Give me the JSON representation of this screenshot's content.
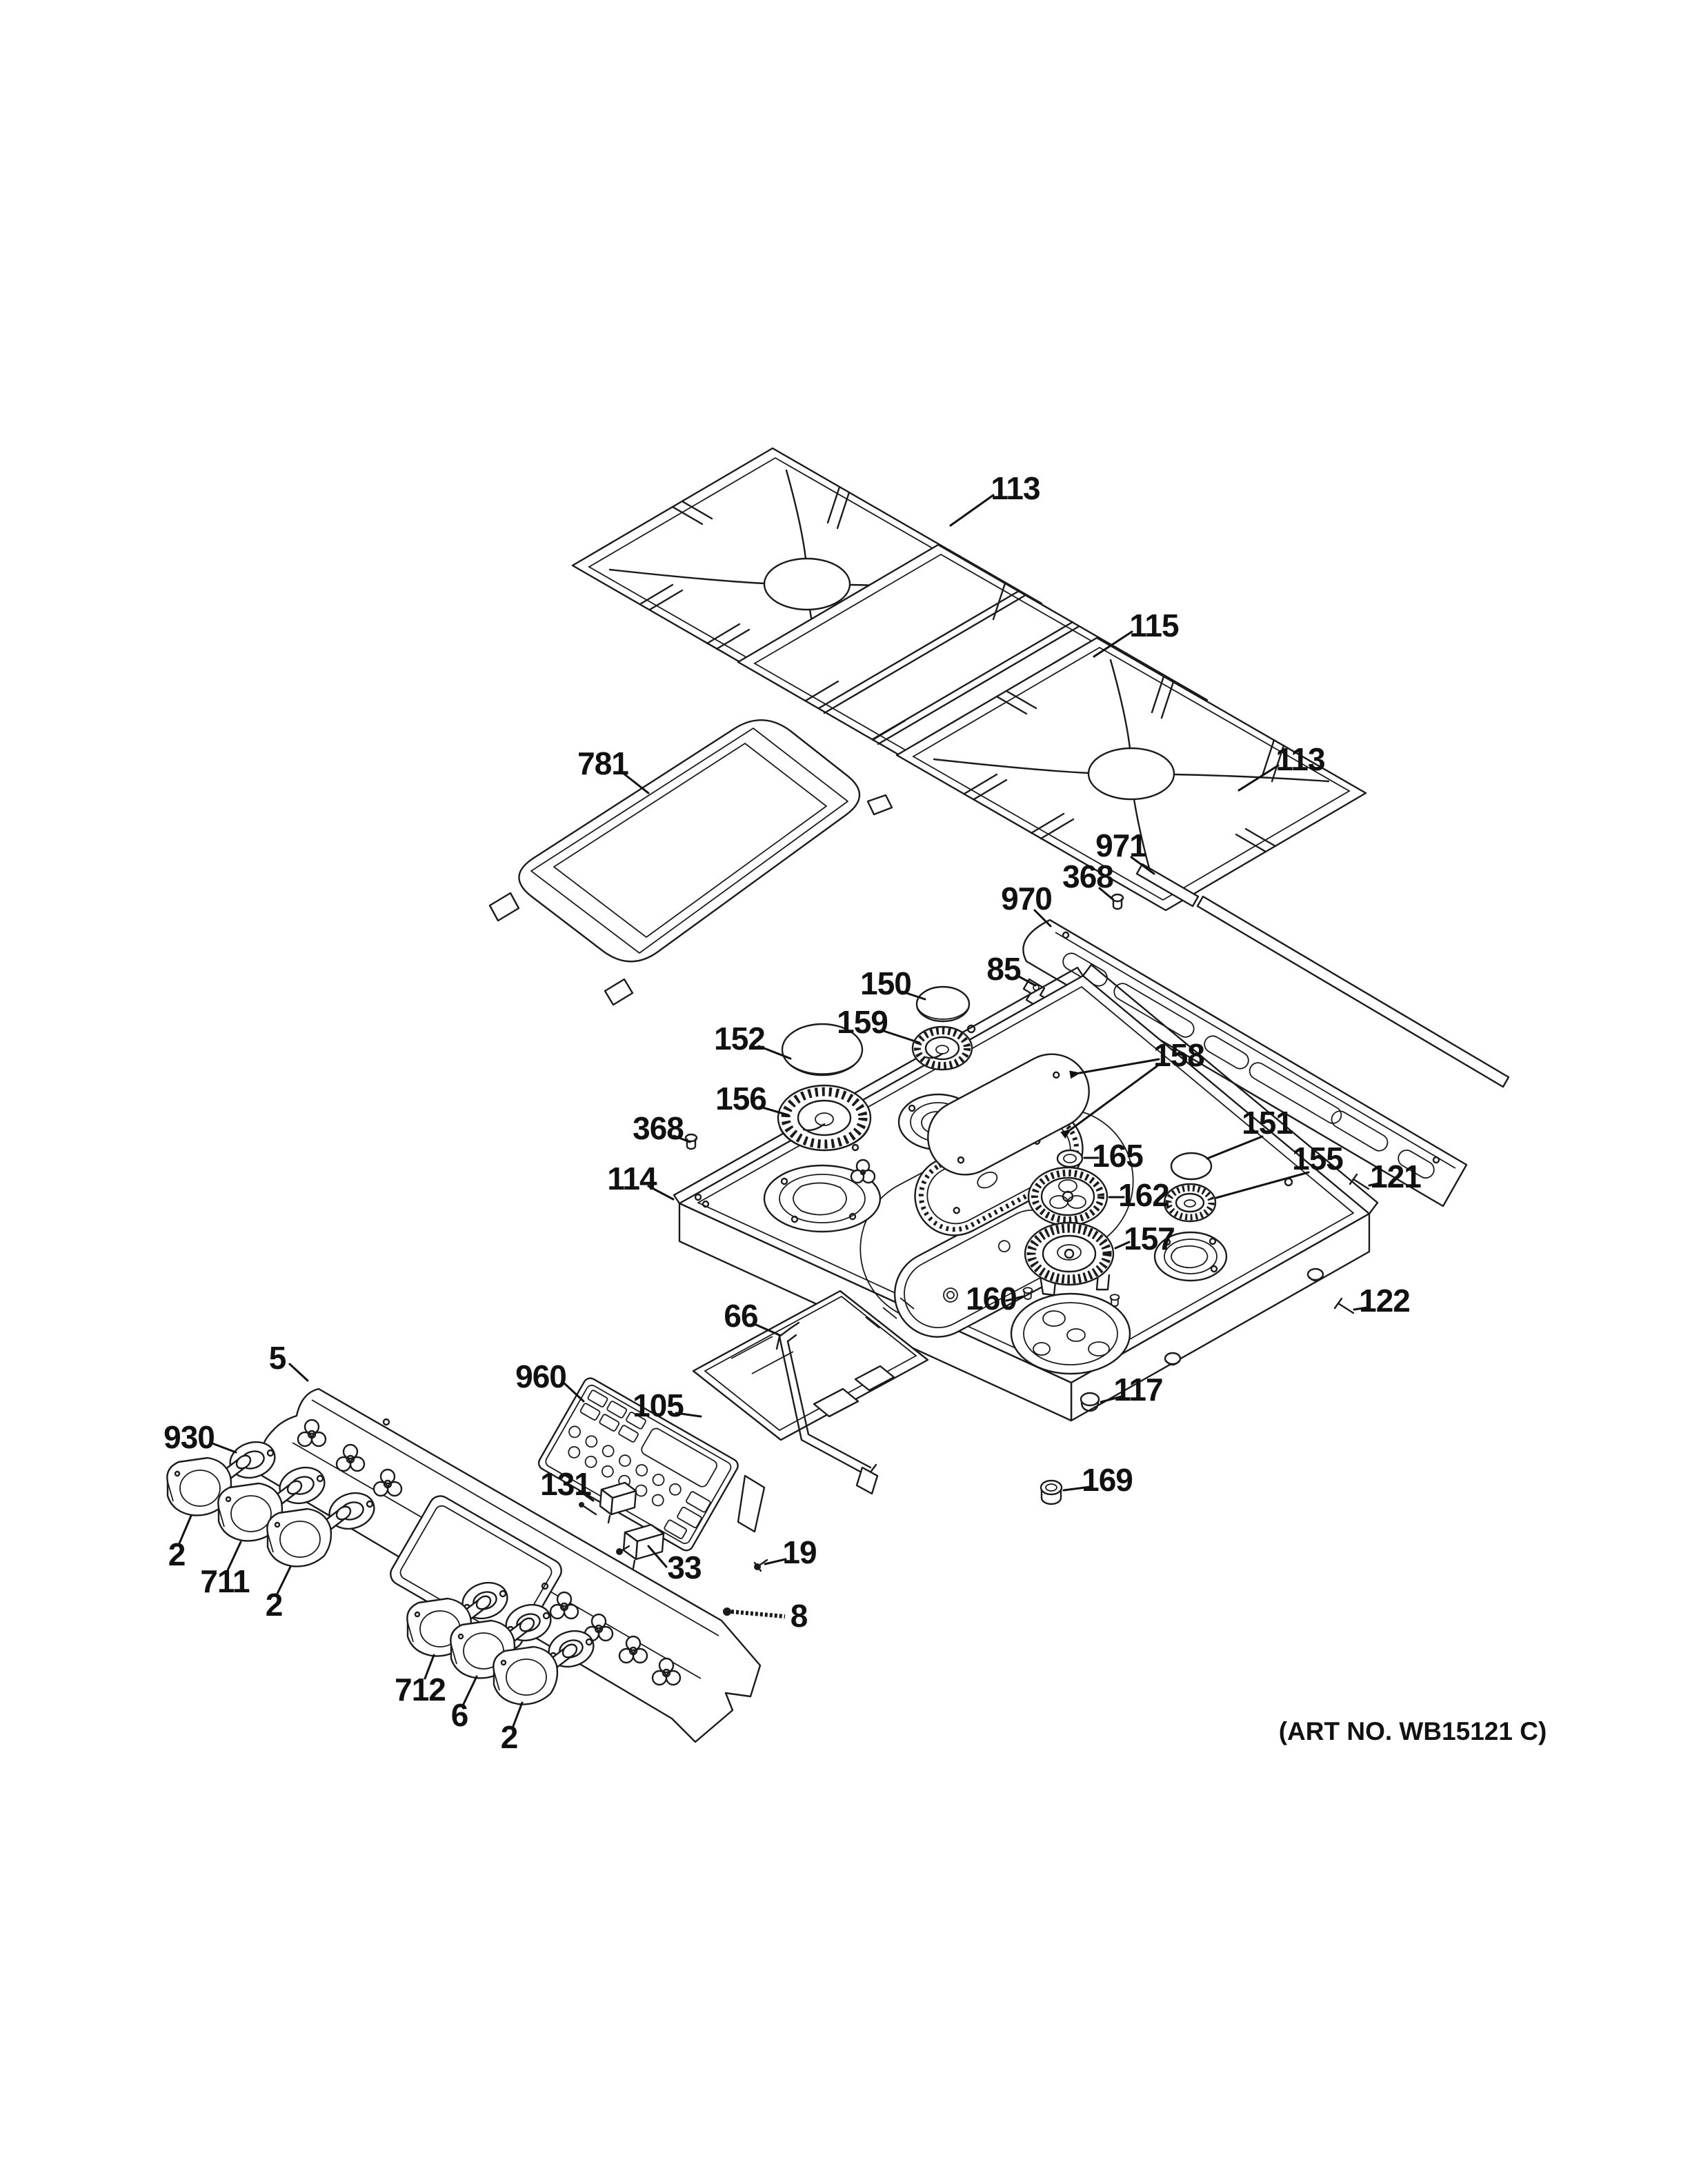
{
  "figure": {
    "art_no": "(ART NO. WB15121 C)",
    "background_color": "#ffffff",
    "line_color": "#1b1b1b"
  },
  "callouts": {
    "c113a": "113",
    "c115": "115",
    "c113b": "113",
    "c781": "781",
    "c971": "971",
    "c368a": "368",
    "c970": "970",
    "c85": "85",
    "c150": "150",
    "c159": "159",
    "c152": "152",
    "c156": "156",
    "c368b": "368",
    "c114": "114",
    "c158": "158",
    "c151": "151",
    "c155": "155",
    "c165": "165",
    "c162": "162",
    "c121": "121",
    "c157": "157",
    "c66": "66",
    "c160": "160",
    "c105": "105",
    "c122": "122",
    "c117": "117",
    "c169": "169",
    "c5": "5",
    "c960": "960",
    "c930": "930",
    "c131": "131",
    "c33": "33",
    "c19": "19",
    "c8": "8",
    "c2a": "2",
    "c711": "711",
    "c2b": "2",
    "c712": "712",
    "c6": "6",
    "c2c": "2"
  }
}
